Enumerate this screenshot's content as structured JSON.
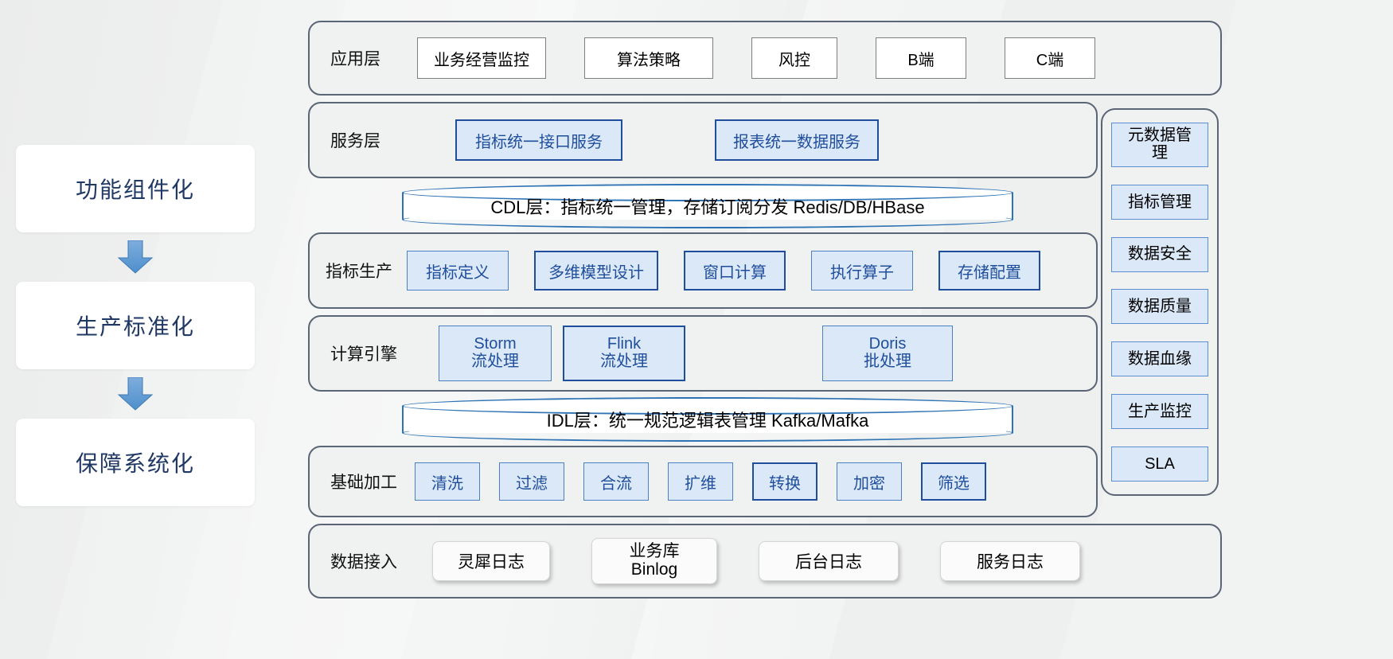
{
  "pillars": {
    "items": [
      {
        "label": "功能组件化"
      },
      {
        "label": "生产标准化"
      },
      {
        "label": "保障系统化"
      }
    ],
    "arrow_icon": "down-arrow-icon",
    "accent_color": "#1f3864",
    "arrow_color": "#5b9bd5"
  },
  "layers": [
    {
      "id": "application",
      "title": "应用层",
      "style": "white-box",
      "nodes": [
        {
          "label": "业务经营监控"
        },
        {
          "label": "算法策略"
        },
        {
          "label": "风控"
        },
        {
          "label": "B端"
        },
        {
          "label": "C端"
        }
      ]
    },
    {
      "id": "service",
      "title": "服务层",
      "style": "blue-box",
      "nodes": [
        {
          "label": "指标统一接口服务"
        },
        {
          "label": "报表统一数据服务"
        }
      ]
    },
    {
      "id": "metric-production",
      "title": "指标生产",
      "style": "blue-box",
      "nodes": [
        {
          "label": "指标定义"
        },
        {
          "label": "多维模型设计"
        },
        {
          "label": "窗口计算"
        },
        {
          "label": "执行算子"
        },
        {
          "label": "存储配置"
        }
      ]
    },
    {
      "id": "compute-engine",
      "title": "计算引擎",
      "style": "blue-box-two-line",
      "nodes": [
        {
          "label": "Storm",
          "sub": "流处理"
        },
        {
          "label": "Flink",
          "sub": "流处理"
        },
        {
          "label": "Doris",
          "sub": "批处理"
        }
      ]
    },
    {
      "id": "basic-processing",
      "title": "基础加工",
      "style": "blue-box",
      "nodes": [
        {
          "label": "清洗"
        },
        {
          "label": "过滤"
        },
        {
          "label": "合流"
        },
        {
          "label": "扩维"
        },
        {
          "label": "转换"
        },
        {
          "label": "加密"
        },
        {
          "label": "筛选"
        }
      ]
    },
    {
      "id": "data-ingestion",
      "title": "数据接入",
      "style": "soft-box",
      "nodes": [
        {
          "label": "灵犀日志"
        },
        {
          "label": "业务库",
          "sub": "Binlog"
        },
        {
          "label": "后台日志"
        },
        {
          "label": "服务日志"
        }
      ]
    }
  ],
  "cylinders": [
    {
      "id": "cdl",
      "text": "CDL层：指标统一管理，存储订阅分发 Redis/DB/HBase"
    },
    {
      "id": "idl",
      "text": "IDL层：统一规范逻辑表管理 Kafka/Mafka"
    }
  ],
  "governance": {
    "items": [
      {
        "label_line1": "元数据管",
        "label_line2": "理"
      },
      {
        "label_line1": "指标管理",
        "label_line2": ""
      },
      {
        "label_line1": "数据安全",
        "label_line2": ""
      },
      {
        "label_line1": "数据质量",
        "label_line2": ""
      },
      {
        "label_line1": "数据血缘",
        "label_line2": ""
      },
      {
        "label_line1": "生产监控",
        "label_line2": ""
      },
      {
        "label_line1": "SLA",
        "label_line2": ""
      }
    ]
  },
  "colors": {
    "band_border": "#5b6575",
    "band_fill": "#f0f1f1",
    "blue_fill": "#dbe8f7",
    "blue_border": "#1f4e9c",
    "blue_text": "#1f4e9c",
    "cylinder_border": "#2e74b5",
    "pillar_text": "#1f3864"
  }
}
